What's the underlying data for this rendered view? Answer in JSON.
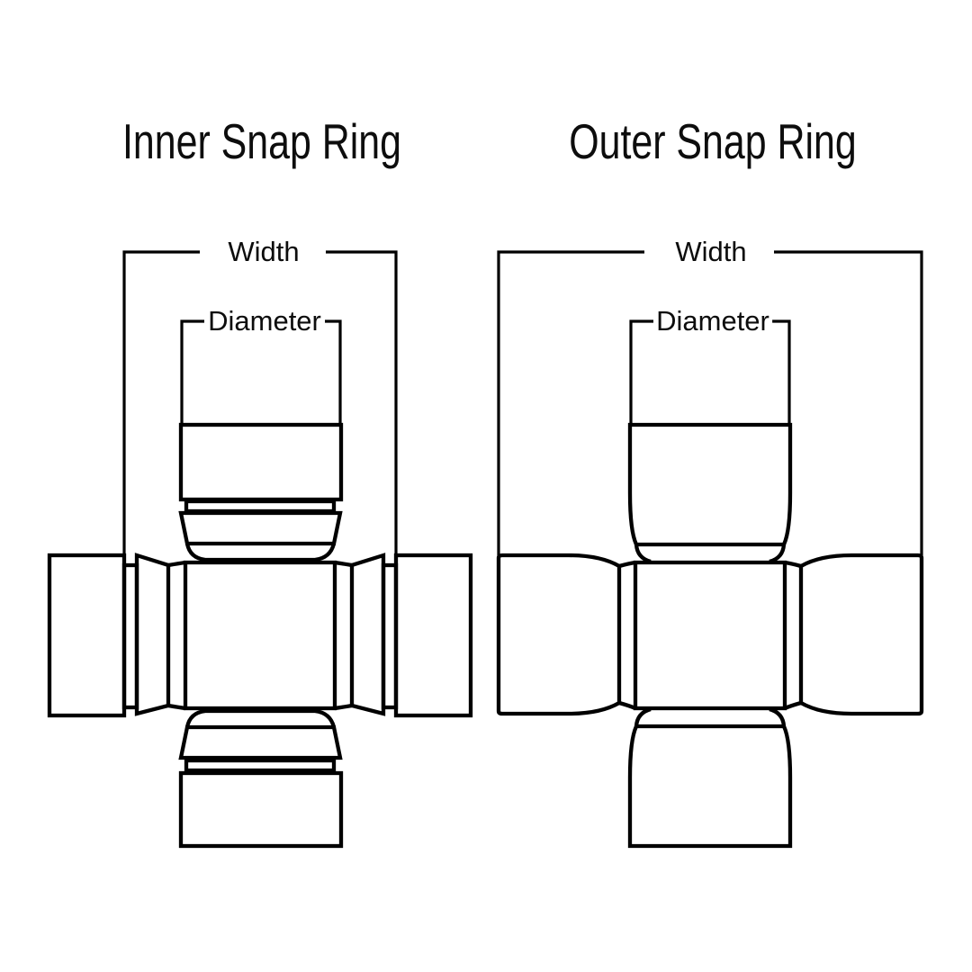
{
  "canvas": {
    "background": "#ffffff",
    "line_color": "#000000",
    "text_color": "#0d0d0d"
  },
  "diagrams": [
    {
      "id": "inner-snap-ring",
      "title": "Inner Snap Ring",
      "labels": {
        "width": "Width",
        "diameter": "Diameter"
      }
    },
    {
      "id": "outer-snap-ring",
      "title": "Outer Snap Ring",
      "labels": {
        "width": "Width",
        "diameter": "Diameter"
      }
    }
  ]
}
